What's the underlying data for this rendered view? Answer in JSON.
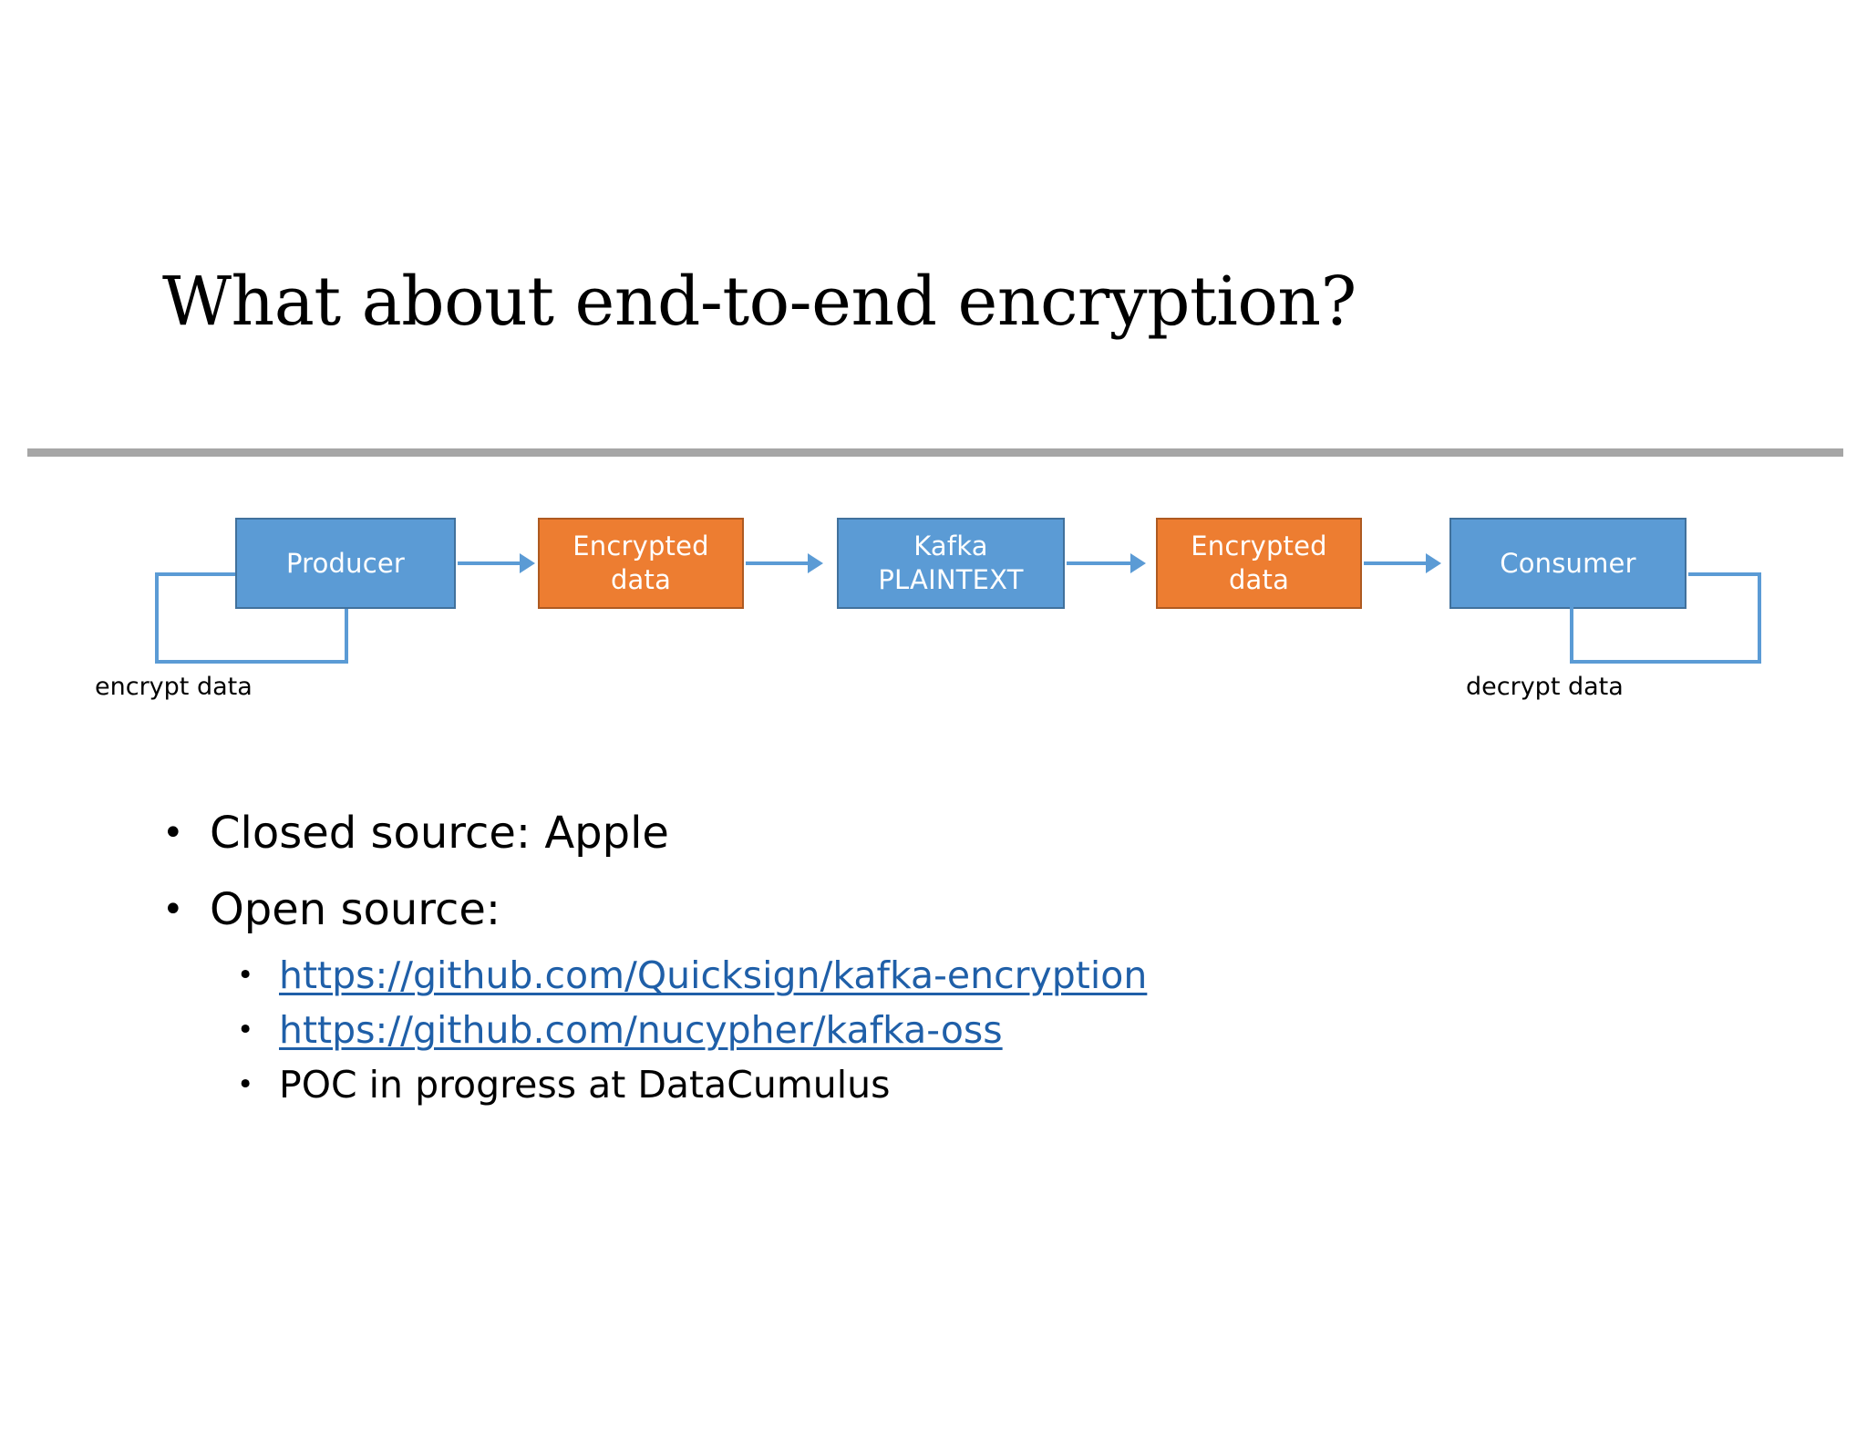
{
  "slide": {
    "title": "What about end-to-end encryption?",
    "rule_color": "#a6a6a6",
    "background": "#ffffff"
  },
  "diagram": {
    "blue_color": "#5B9BD5",
    "orange_color": "#ED7D31",
    "arrow_color": "#5B9BD5",
    "nodes": [
      {
        "id": "producer",
        "label": "Producer",
        "color": "blue"
      },
      {
        "id": "encrypted-1",
        "label": "Encrypted\ndata",
        "color": "orange"
      },
      {
        "id": "kafka",
        "label": "Kafka\nPLAINTEXT",
        "color": "blue"
      },
      {
        "id": "encrypted-2",
        "label": "Encrypted\ndata",
        "color": "orange"
      },
      {
        "id": "consumer",
        "label": "Consumer",
        "color": "blue"
      }
    ],
    "node_labels": {
      "producer": "Producer",
      "encrypted_1_line1": "Encrypted",
      "encrypted_1_line2": "data",
      "kafka_line1": "Kafka",
      "kafka_line2": "PLAINTEXT",
      "encrypted_2_line1": "Encrypted",
      "encrypted_2_line2": "data",
      "consumer": "Consumer"
    },
    "loops": [
      {
        "id": "encrypt-loop",
        "label": "encrypt data"
      },
      {
        "id": "decrypt-loop",
        "label": "decrypt data"
      }
    ],
    "loop_labels": {
      "encrypt": "encrypt data",
      "decrypt": "decrypt data"
    }
  },
  "bullets": {
    "items": [
      {
        "level": 1,
        "text": "Closed source: Apple",
        "link": false
      },
      {
        "level": 1,
        "text": "Open source:",
        "link": false
      },
      {
        "level": 2,
        "text": "https://github.com/Quicksign/kafka-encryption ",
        "link": true
      },
      {
        "level": 2,
        "text": "https://github.com/nucypher/kafka-oss",
        "link": true
      },
      {
        "level": 2,
        "text": "POC in progress at DataCumulus",
        "link": false
      }
    ],
    "closed_source": "Closed source: Apple",
    "open_source": "Open source:",
    "link_quicksign": "https://github.com/Quicksign/kafka-encryption ",
    "link_nucypher": "https://github.com/nucypher/kafka-oss",
    "poc_text": "POC in progress at DataCumulus",
    "link_color": "#1F5FA8"
  }
}
